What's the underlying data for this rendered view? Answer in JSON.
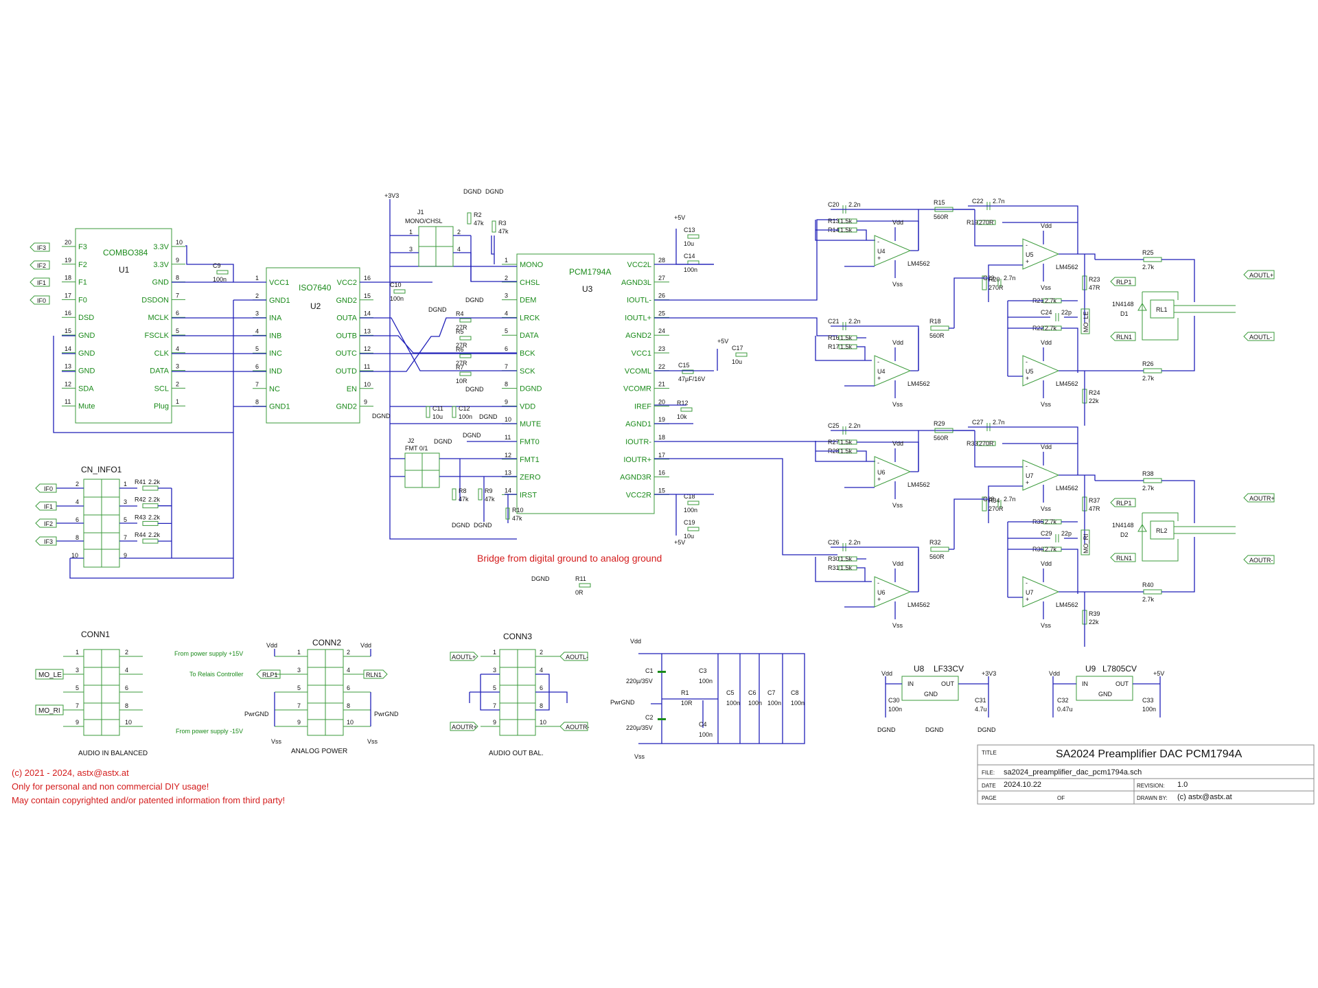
{
  "title_block": {
    "title_label": "TITLE",
    "title": "SA2024 Preamplifier DAC PCM1794A",
    "file_label": "FILE:",
    "file": "sa2024_preamplifier_dac_pcm1794a.sch",
    "date_label": "DATE",
    "date": "2024.10.22",
    "revision_label": "REVISION:",
    "revision": "1.0",
    "page_label": "PAGE",
    "of_label": "OF",
    "drawn_label": "DRAWN BY:",
    "drawn_by": "(c) astx@astx.at"
  },
  "notes": {
    "copyright": "(c) 2021 - 2024, astx@astx.at",
    "diy": "Only for personal and non commercial DIY usage!",
    "patent": "May contain copyrighted and/or patented information from third party!",
    "bridge": "Bridge from digital ground to analog ground"
  },
  "u1": {
    "ref": "U1",
    "value": "COMBO384",
    "left_pins": [
      {
        "num": "20",
        "name": "F3",
        "net": "IF3"
      },
      {
        "num": "19",
        "name": "F2",
        "net": "IF2"
      },
      {
        "num": "18",
        "name": "F1",
        "net": "IF1"
      },
      {
        "num": "17",
        "name": "F0",
        "net": "IF0"
      },
      {
        "num": "16",
        "name": "DSD",
        "net": ""
      },
      {
        "num": "15",
        "name": "GND",
        "net": ""
      },
      {
        "num": "14",
        "name": "GND",
        "net": ""
      },
      {
        "num": "13",
        "name": "GND",
        "net": ""
      },
      {
        "num": "12",
        "name": "SDA",
        "net": ""
      },
      {
        "num": "11",
        "name": "Mute",
        "net": ""
      }
    ],
    "right_pins": [
      {
        "num": "10",
        "name": "3.3V"
      },
      {
        "num": "9",
        "name": "3.3V"
      },
      {
        "num": "8",
        "name": "GND"
      },
      {
        "num": "7",
        "name": "DSDON"
      },
      {
        "num": "6",
        "name": "MCLK"
      },
      {
        "num": "5",
        "name": "FSCLK"
      },
      {
        "num": "4",
        "name": "CLK"
      },
      {
        "num": "3",
        "name": "DATA"
      },
      {
        "num": "2",
        "name": "SCL"
      },
      {
        "num": "1",
        "name": "Plug"
      }
    ]
  },
  "u2": {
    "ref": "U2",
    "value": "ISO7640",
    "left_pins": [
      {
        "num": "1",
        "name": "VCC1"
      },
      {
        "num": "2",
        "name": "GND1"
      },
      {
        "num": "3",
        "name": "INA"
      },
      {
        "num": "4",
        "name": "INB"
      },
      {
        "num": "5",
        "name": "INC"
      },
      {
        "num": "6",
        "name": "IND"
      },
      {
        "num": "7",
        "name": "NC"
      },
      {
        "num": "8",
        "name": "GND1"
      }
    ],
    "right_pins": [
      {
        "num": "16",
        "name": "VCC2"
      },
      {
        "num": "15",
        "name": "GND2"
      },
      {
        "num": "14",
        "name": "OUTA"
      },
      {
        "num": "13",
        "name": "OUTB"
      },
      {
        "num": "12",
        "name": "OUTC"
      },
      {
        "num": "11",
        "name": "OUTD"
      },
      {
        "num": "10",
        "name": "EN"
      },
      {
        "num": "9",
        "name": "GND2"
      }
    ]
  },
  "u3": {
    "ref": "U3",
    "value": "PCM1794A",
    "left_pins": [
      {
        "num": "1",
        "name": "MONO"
      },
      {
        "num": "2",
        "name": "CHSL"
      },
      {
        "num": "3",
        "name": "DEM"
      },
      {
        "num": "4",
        "name": "LRCK"
      },
      {
        "num": "5",
        "name": "DATA"
      },
      {
        "num": "6",
        "name": "BCK"
      },
      {
        "num": "7",
        "name": "SCK"
      },
      {
        "num": "8",
        "name": "DGND"
      },
      {
        "num": "9",
        "name": "VDD"
      },
      {
        "num": "10",
        "name": "MUTE"
      },
      {
        "num": "11",
        "name": "FMT0"
      },
      {
        "num": "12",
        "name": "FMT1"
      },
      {
        "num": "13",
        "name": "ZERO"
      },
      {
        "num": "14",
        "name": "IRST"
      }
    ],
    "right_pins": [
      {
        "num": "28",
        "name": "VCC2L"
      },
      {
        "num": "27",
        "name": "AGND3L"
      },
      {
        "num": "26",
        "name": "IOUTL-"
      },
      {
        "num": "25",
        "name": "IOUTL+"
      },
      {
        "num": "24",
        "name": "AGND2"
      },
      {
        "num": "23",
        "name": "VCC1"
      },
      {
        "num": "22",
        "name": "VCOML"
      },
      {
        "num": "21",
        "name": "VCOMR"
      },
      {
        "num": "20",
        "name": "IREF"
      },
      {
        "num": "19",
        "name": "AGND1"
      },
      {
        "num": "18",
        "name": "IOUTR-"
      },
      {
        "num": "17",
        "name": "IOUTR+"
      },
      {
        "num": "16",
        "name": "AGND3R"
      },
      {
        "num": "15",
        "name": "VCC2R"
      }
    ]
  },
  "nets": {
    "p3v3": "+3V3",
    "dgnd": "DGND",
    "p5v": "+5V",
    "vdd": "Vdd",
    "vss": "Vss",
    "pwrgnd": "PwrGND",
    "iqf0": "IF0",
    "iqf1": "IF1",
    "iqf2": "IF2",
    "iqf3": "IF3",
    "aoutl_p": "AOUTL+",
    "aoutl_m": "AOUTL-",
    "aoutr_p": "AOUTR+",
    "aoutr_m": "AOUTR-",
    "rlp1": "RLP1",
    "rln1": "RLN1",
    "mo_le": "MO_LE",
    "mo_ri": "MO_RI"
  },
  "digital_parts": [
    {
      "ref": "C9",
      "value": "100n"
    },
    {
      "ref": "C10",
      "value": "100n"
    },
    {
      "ref": "C11",
      "value": "10u"
    },
    {
      "ref": "C12",
      "value": "100n"
    },
    {
      "ref": "R2",
      "value": "47k"
    },
    {
      "ref": "R3",
      "value": "47k"
    },
    {
      "ref": "R4",
      "value": "27R"
    },
    {
      "ref": "R5",
      "value": "27R"
    },
    {
      "ref": "R6",
      "value": "27R"
    },
    {
      "ref": "R7",
      "value": "10R"
    },
    {
      "ref": "R8",
      "value": "47k"
    },
    {
      "ref": "R9",
      "value": "47k"
    },
    {
      "ref": "R10",
      "value": "47k"
    },
    {
      "ref": "R11",
      "value": "0R"
    },
    {
      "ref": "R12",
      "value": "10k"
    },
    {
      "ref": "C13",
      "value": "10u"
    },
    {
      "ref": "C14",
      "value": "100n"
    },
    {
      "ref": "C15",
      "value": "47µF/16V"
    },
    {
      "ref": "C17",
      "value": "10u"
    },
    {
      "ref": "C18",
      "value": "100n"
    },
    {
      "ref": "C19",
      "value": "10u"
    }
  ],
  "jumpers": {
    "j1_ref": "J1",
    "j1_value": "MONO/CHSL",
    "j2_ref": "J2",
    "j2_value": "FMT 0/1"
  },
  "cn_info1": {
    "ref": "CN_INFO1",
    "resistors": [
      {
        "ref": "R41",
        "value": "2.2k"
      },
      {
        "ref": "R42",
        "value": "2.2k"
      },
      {
        "ref": "R43",
        "value": "2.2k"
      },
      {
        "ref": "R44",
        "value": "2.2k"
      }
    ]
  },
  "analog": {
    "opamp": "LM4562",
    "diode": "1N4148",
    "relay1": "RL1",
    "relay2": "RL2",
    "d1": "D1",
    "d2": "D2",
    "left_top": {
      "c20": "C20",
      "c20v": "2.2n",
      "r13": "R13",
      "r13v": "1.5k",
      "r14": "R14",
      "r14v": "1.5k",
      "u4": "U4",
      "r15": "R15",
      "r15v": "560R",
      "c22": "C22",
      "c22v": "2.7n",
      "r19": "R19",
      "r19v": "270R",
      "u5": "U5",
      "r20": "R20",
      "r20v": "270R",
      "c23": "C23",
      "c23v": "2.7n",
      "r23": "R23",
      "r23v": "47R",
      "r25": "R25",
      "r25v": "2.7k",
      "r21": "R21",
      "r21v": "2.7k",
      "c24": "C24",
      "c24v": "22p",
      "r22": "R22",
      "r22v": "2.7k"
    },
    "left_bot": {
      "c21": "C21",
      "c21v": "2.2n",
      "r16": "R16",
      "r16v": "1.5k",
      "r17": "R17",
      "r17v": "1.5k",
      "r18": "R18",
      "r18v": "560R",
      "r26": "R26",
      "r26v": "2.7k",
      "r24": "R24",
      "r24v": "22k"
    },
    "right_top": {
      "c25": "C25",
      "c25v": "2.2n",
      "r27": "R27",
      "r27v": "1.5k",
      "r28": "R28",
      "r28v": "1.5k",
      "u6": "U6",
      "r29": "R29",
      "r29v": "560R",
      "c27": "C27",
      "c27v": "2.7n",
      "r33": "R33",
      "r33v": "270R",
      "u7": "U7",
      "r34": "R34",
      "r34v": "270R",
      "c28": "C28",
      "c28v": "2.7n",
      "r37": "R37",
      "r37v": "47R",
      "r38": "R38",
      "r38v": "2.7k",
      "r35": "R35",
      "r35v": "2.7k",
      "c29": "C29",
      "c29v": "22p",
      "r36": "R36",
      "r36v": "2.7k"
    },
    "right_bot": {
      "c26": "C26",
      "c26v": "2.2n",
      "r30": "R30",
      "r30v": "1.5k",
      "r31": "R31",
      "r31v": "1.5k",
      "r32": "R32",
      "r32v": "560R",
      "r40": "R40",
      "r40v": "2.7k",
      "r39": "R39",
      "r39v": "22k"
    }
  },
  "conn1": {
    "ref": "CONN1",
    "caption": "AUDIO IN BALANCED",
    "pins": [
      "1",
      "2",
      "3",
      "4",
      "5",
      "6",
      "7",
      "8",
      "9",
      "10"
    ]
  },
  "conn2": {
    "ref": "CONN2",
    "caption": "ANALOG POWER",
    "note_p15": "From power supply +15V",
    "note_relais": "To Relais Controller",
    "note_m15": "From power supply -15V"
  },
  "conn3": {
    "ref": "CONN3",
    "caption": "AUDIO OUT BAL."
  },
  "power_caps": [
    {
      "ref": "C1",
      "value": "220µ/35V"
    },
    {
      "ref": "C2",
      "value": "220µ/35V"
    },
    {
      "ref": "C3",
      "value": "100n"
    },
    {
      "ref": "C4",
      "value": "100n"
    },
    {
      "ref": "R1",
      "value": "10R"
    },
    {
      "ref": "C5",
      "value": "100n"
    },
    {
      "ref": "C6",
      "value": "100n"
    },
    {
      "ref": "C7",
      "value": "100n"
    },
    {
      "ref": "C8",
      "value": "100n"
    }
  ],
  "regulators": {
    "u8": "U8",
    "u8v": "LF33CV",
    "u9": "U9",
    "u9v": "L7805CV",
    "in": "IN",
    "out": "OUT",
    "gnd": "GND",
    "c30": "C30",
    "c30v": "100n",
    "c31": "C31",
    "c31v": "4.7u",
    "c32": "C32",
    "c32v": "0.47u",
    "c33": "C33",
    "c33v": "100n"
  },
  "colors": {
    "wire": "#1f1fb8",
    "symbol": "#3a9a3a",
    "label": "#1a8a1a",
    "note": "#d41c1c"
  }
}
